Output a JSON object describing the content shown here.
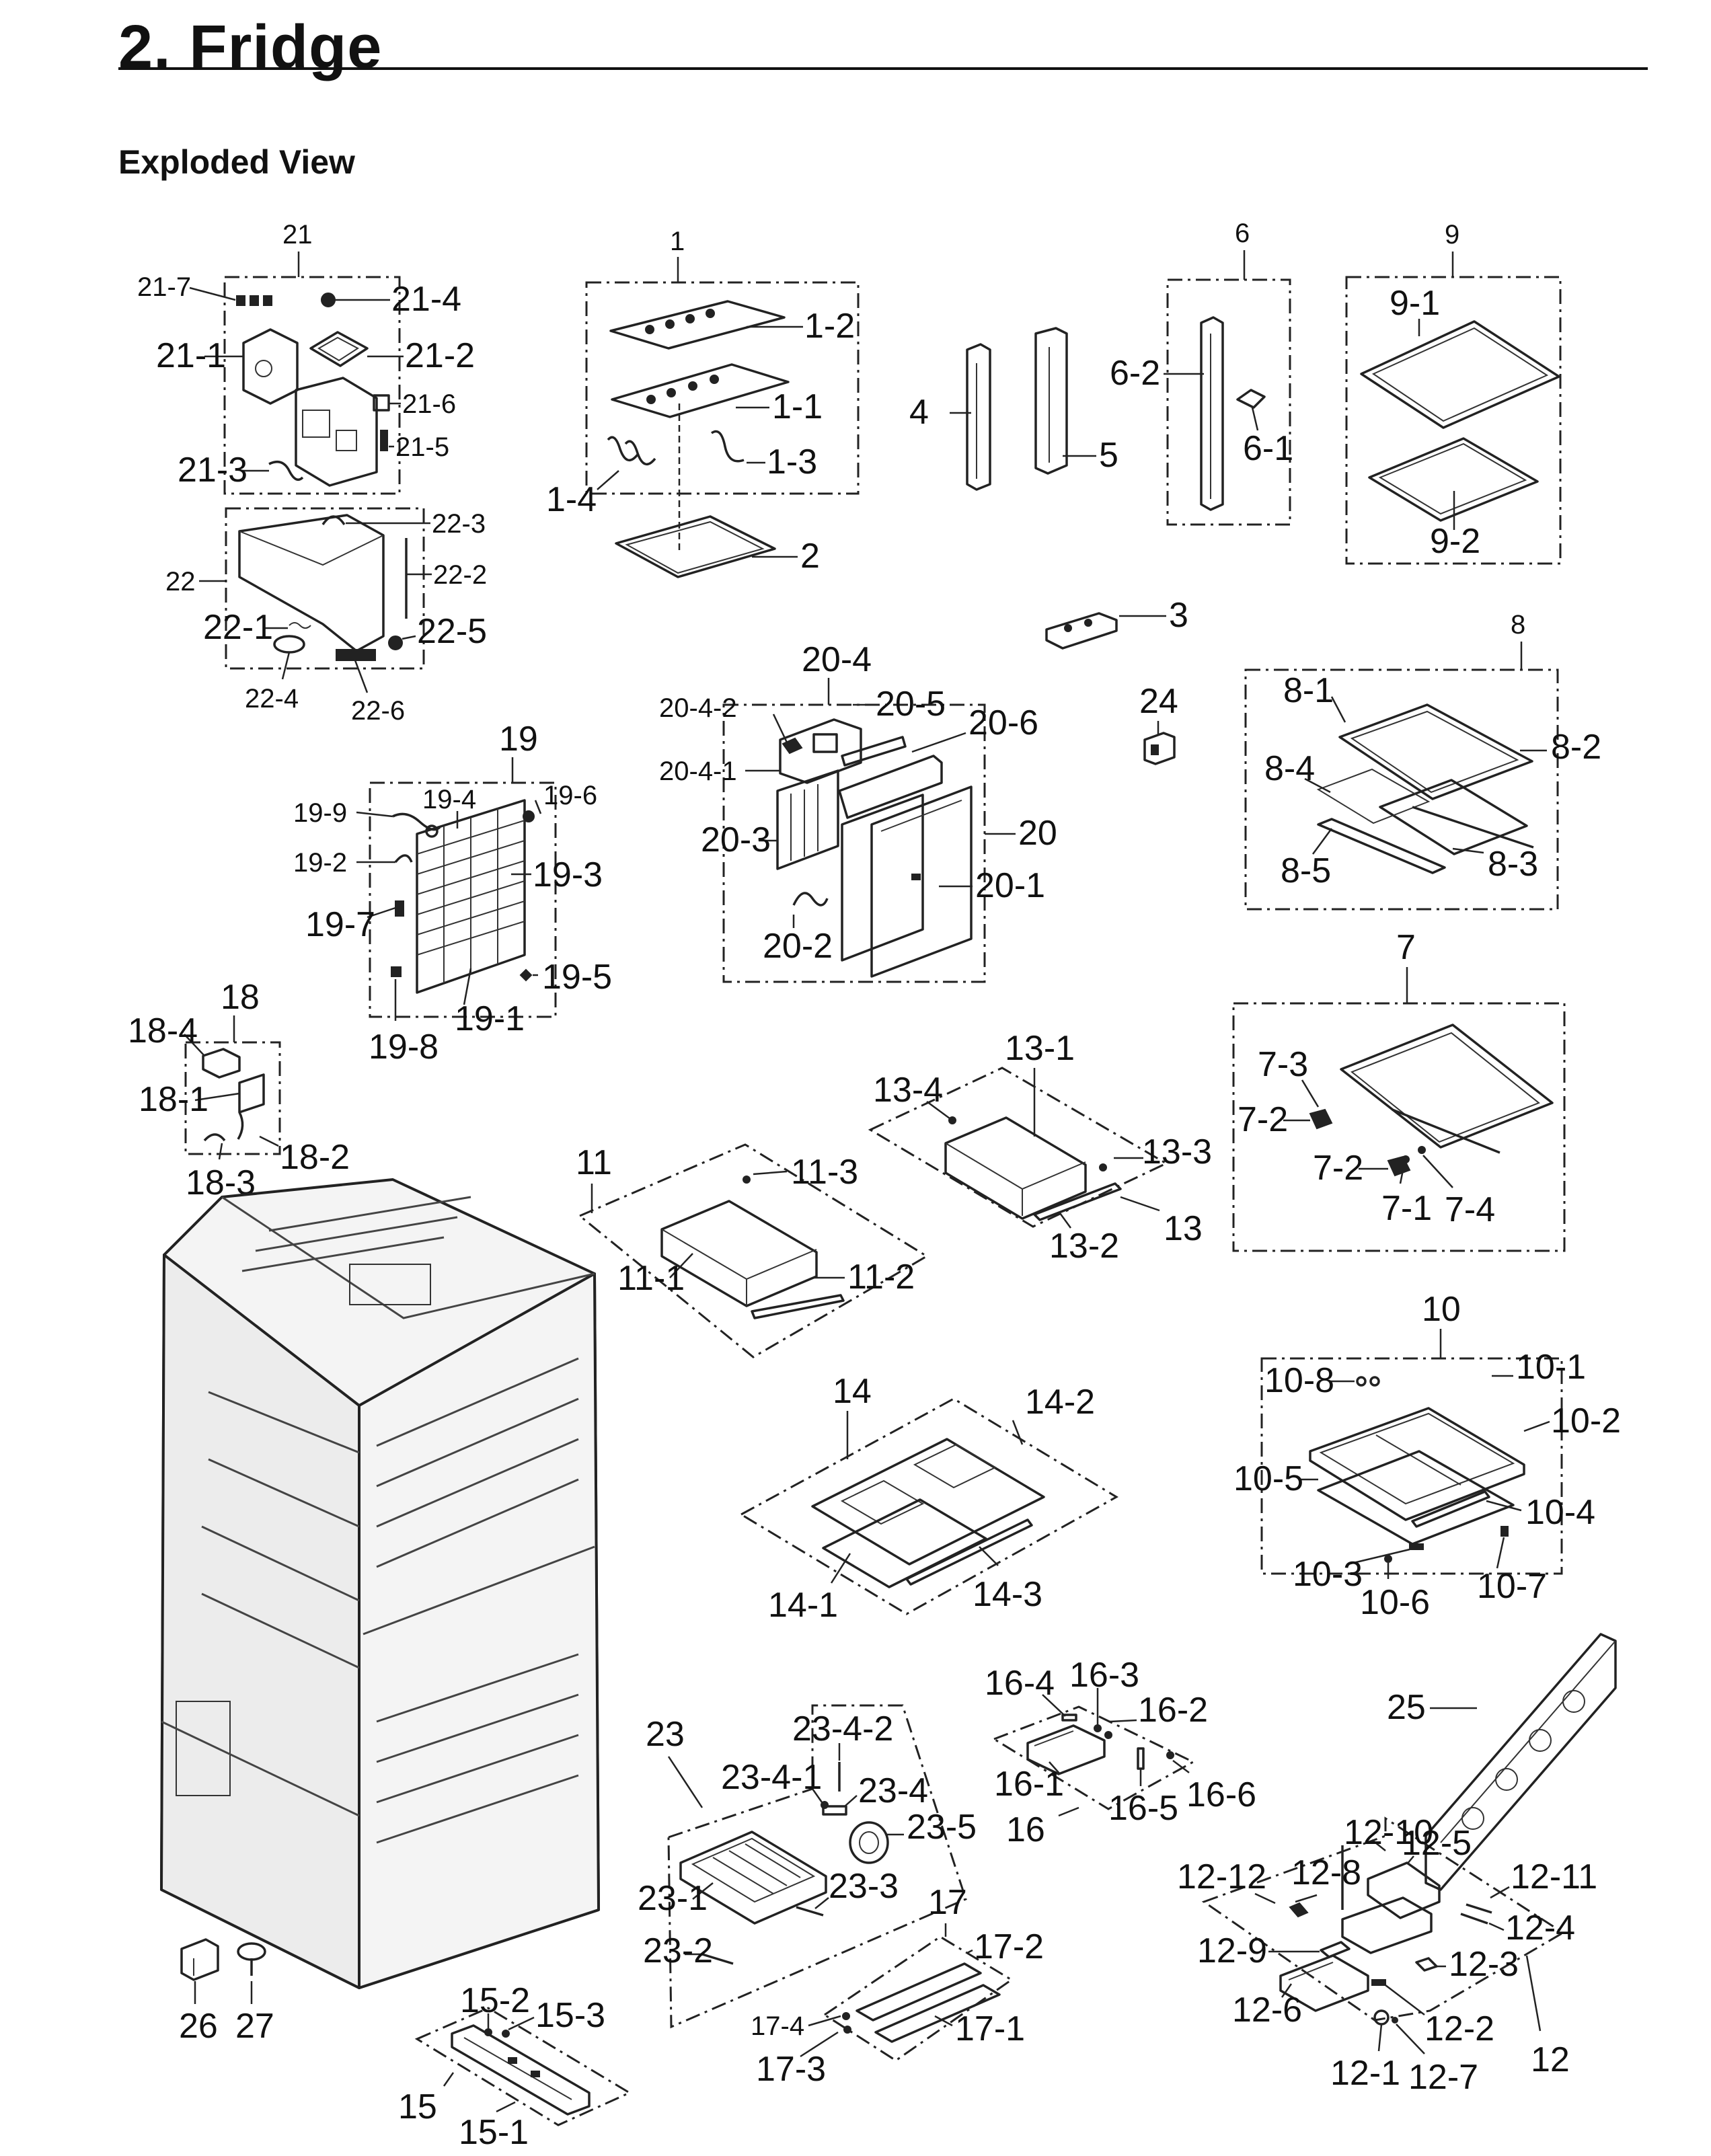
{
  "header": {
    "title": "2.  Fridge",
    "subtitle": "Exploded View"
  },
  "callouts": {
    "c21": "21",
    "c21_7": "21-7",
    "c21_4": "21-4",
    "c21_1": "21-1",
    "c21_2": "21-2",
    "c21_6": "21-6",
    "c21_5": "21-5",
    "c21_3": "21-3",
    "c22": "22",
    "c22_1": "22-1",
    "c22_2": "22-2",
    "c22_3": "22-3",
    "c22_4": "22-4",
    "c22_5": "22-5",
    "c22_6": "22-6",
    "c1": "1",
    "c1_1": "1-1",
    "c1_2": "1-2",
    "c1_3": "1-3",
    "c1_4": "1-4",
    "c2": "2",
    "c3": "3",
    "c4": "4",
    "c5": "5",
    "c6": "6",
    "c6_1": "6-1",
    "c6_2": "6-2",
    "c9": "9",
    "c9_1": "9-1",
    "c9_2": "9-2",
    "c8": "8",
    "c8_1": "8-1",
    "c8_2": "8-2",
    "c8_3": "8-3",
    "c8_4": "8-4",
    "c8_5": "8-5",
    "c24": "24",
    "c20": "20",
    "c20_1": "20-1",
    "c20_2": "20-2",
    "c20_3": "20-3",
    "c20_4": "20-4",
    "c20_4_1": "20-4-1",
    "c20_4_2": "20-4-2",
    "c20_5": "20-5",
    "c20_6": "20-6",
    "c19": "19",
    "c19_1": "19-1",
    "c19_2": "19-2",
    "c19_3": "19-3",
    "c19_4": "19-4",
    "c19_5": "19-5",
    "c19_6": "19-6",
    "c19_7": "19-7",
    "c19_8": "19-8",
    "c19_9": "19-9",
    "c18": "18",
    "c18_1": "18-1",
    "c18_2": "18-2",
    "c18_3": "18-3",
    "c18_4": "18-4",
    "c7": "7",
    "c7_1": "7-1",
    "c7_2a": "7-2",
    "c7_2b": "7-2",
    "c7_3": "7-3",
    "c7_4": "7-4",
    "c13": "13",
    "c13_1": "13-1",
    "c13_2": "13-2",
    "c13_3": "13-3",
    "c13_4": "13-4",
    "c11": "11",
    "c11_1": "11-1",
    "c11_2": "11-2",
    "c11_3": "11-3",
    "c10": "10",
    "c10_1": "10-1",
    "c10_2": "10-2",
    "c10_3": "10-3",
    "c10_4": "10-4",
    "c10_5": "10-5",
    "c10_6": "10-6",
    "c10_7": "10-7",
    "c10_8": "10-8",
    "c14": "14",
    "c14_1": "14-1",
    "c14_2": "14-2",
    "c14_3": "14-3",
    "c25": "25",
    "c16": "16",
    "c16_1": "16-1",
    "c16_2": "16-2",
    "c16_3": "16-3",
    "c16_4": "16-4",
    "c16_5": "16-5",
    "c16_6": "16-6",
    "c23": "23",
    "c23_1": "23-1",
    "c23_2": "23-2",
    "c23_3": "23-3",
    "c23_4": "23-4",
    "c23_4_1": "23-4-1",
    "c23_4_2": "23-4-2",
    "c23_5": "23-5",
    "c17": "17",
    "c17_1": "17-1",
    "c17_2": "17-2",
    "c17_3": "17-3",
    "c17_4": "17-4",
    "c12": "12",
    "c12_1": "12-1",
    "c12_2": "12-2",
    "c12_3": "12-3",
    "c12_4": "12-4",
    "c12_5": "12-5",
    "c12_6": "12-6",
    "c12_7": "12-7",
    "c12_8": "12-8",
    "c12_9": "12-9",
    "c12_10": "12-10",
    "c12_11": "12-11",
    "c12_12": "12-12",
    "c15": "15",
    "c15_1": "15-1",
    "c15_2": "15-2",
    "c15_3": "15-3",
    "c26": "26",
    "c27": "27"
  }
}
